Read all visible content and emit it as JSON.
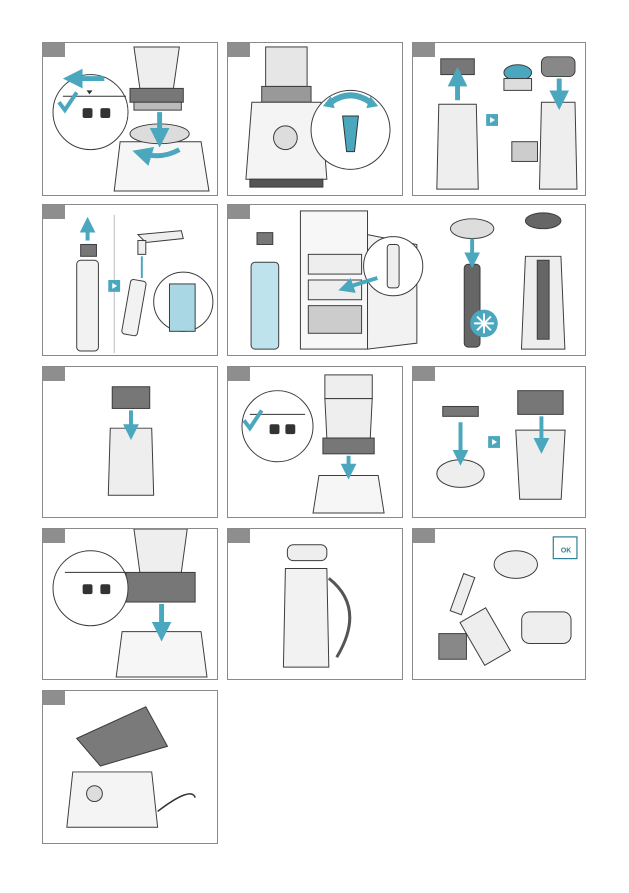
{
  "colors": {
    "accent": "#4aa7bd",
    "frame": "#8a8a8a",
    "line": "#3c3c3c",
    "light": "#e9e9e9"
  },
  "panels": [
    {
      "id": "p1",
      "subject": "lock-jar-onto-base"
    },
    {
      "id": "p2",
      "subject": "turn-dial"
    },
    {
      "id": "p3",
      "subject": "replace-blade-with-lid"
    },
    {
      "id": "p4",
      "subject": "fill-cooling-rod-with-water"
    },
    {
      "id": "p5",
      "subject": "freeze-cooling-rod"
    },
    {
      "id": "p6",
      "subject": "screw-blade-onto-jar"
    },
    {
      "id": "p7",
      "subject": "place-jar-on-base"
    },
    {
      "id": "p8",
      "subject": "assemble-blade-unit"
    },
    {
      "id": "p9",
      "subject": "unlock-jar-from-base"
    },
    {
      "id": "p10",
      "subject": "to-go-bottle"
    },
    {
      "id": "p11",
      "subject": "dishwasher-cleaning"
    },
    {
      "id": "p12",
      "subject": "store-with-cover"
    }
  ],
  "p11": {
    "badge_text": "OK"
  }
}
